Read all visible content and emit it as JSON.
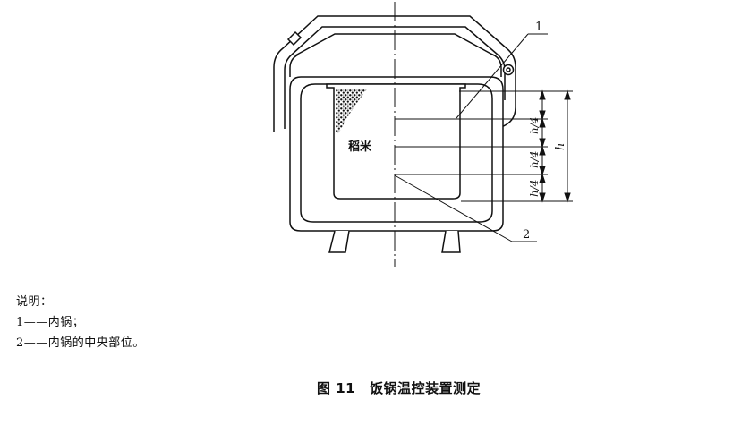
{
  "diagram": {
    "callout_1": "1",
    "callout_2": "2",
    "content_label": "稻米",
    "quarter_label": "h/4",
    "height_label": "h"
  },
  "legend": {
    "heading": "说明：",
    "items": [
      {
        "number": "1",
        "dash": "——",
        "text": "内锅；"
      },
      {
        "number": "2",
        "dash": "——",
        "text": "内锅的中央部位。"
      }
    ]
  },
  "caption": {
    "figure_number": "图 11",
    "title": "饭锅温控装置测定"
  }
}
